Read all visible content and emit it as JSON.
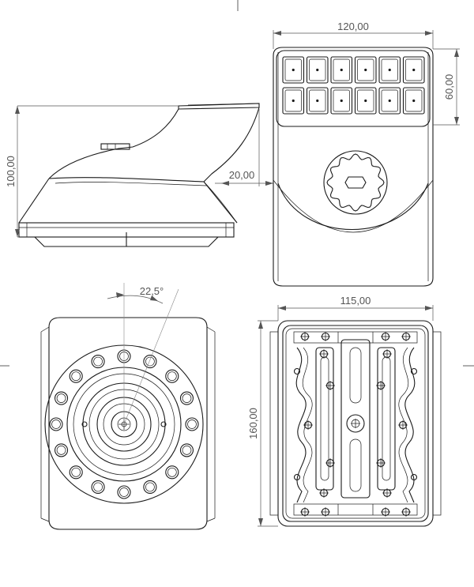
{
  "dimensions": {
    "top_width": "120,00",
    "top_height": "60,00",
    "side_height": "100,00",
    "side_offset": "20,00",
    "angle": "22,5°",
    "bottom_width": "115,00",
    "bottom_height": "160,00"
  },
  "colors": {
    "line": "#1a1a1a",
    "dimension": "#555555",
    "background": "#ffffff"
  }
}
